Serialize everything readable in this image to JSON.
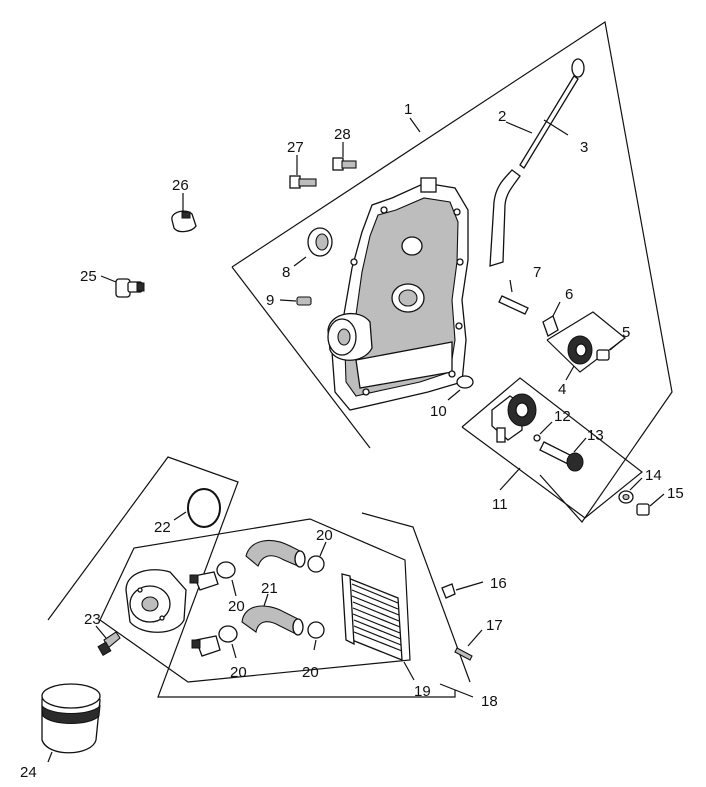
{
  "labels": {
    "p1": "1",
    "p2": "2",
    "p3": "3",
    "p4": "4",
    "p5": "5",
    "p6": "6",
    "p7": "7",
    "p8": "8",
    "p9": "9",
    "p10": "10",
    "p11": "11",
    "p12": "12",
    "p13": "13",
    "p14": "14",
    "p15": "15",
    "p16": "16",
    "p17": "17",
    "p18": "18",
    "p19": "19",
    "p20a": "20",
    "p20b": "20",
    "p20c": "20",
    "p20d": "20",
    "p21": "21",
    "p22": "22",
    "p23": "23",
    "p24": "24",
    "p25": "25",
    "p26": "26",
    "p27": "27",
    "p28": "28"
  }
}
